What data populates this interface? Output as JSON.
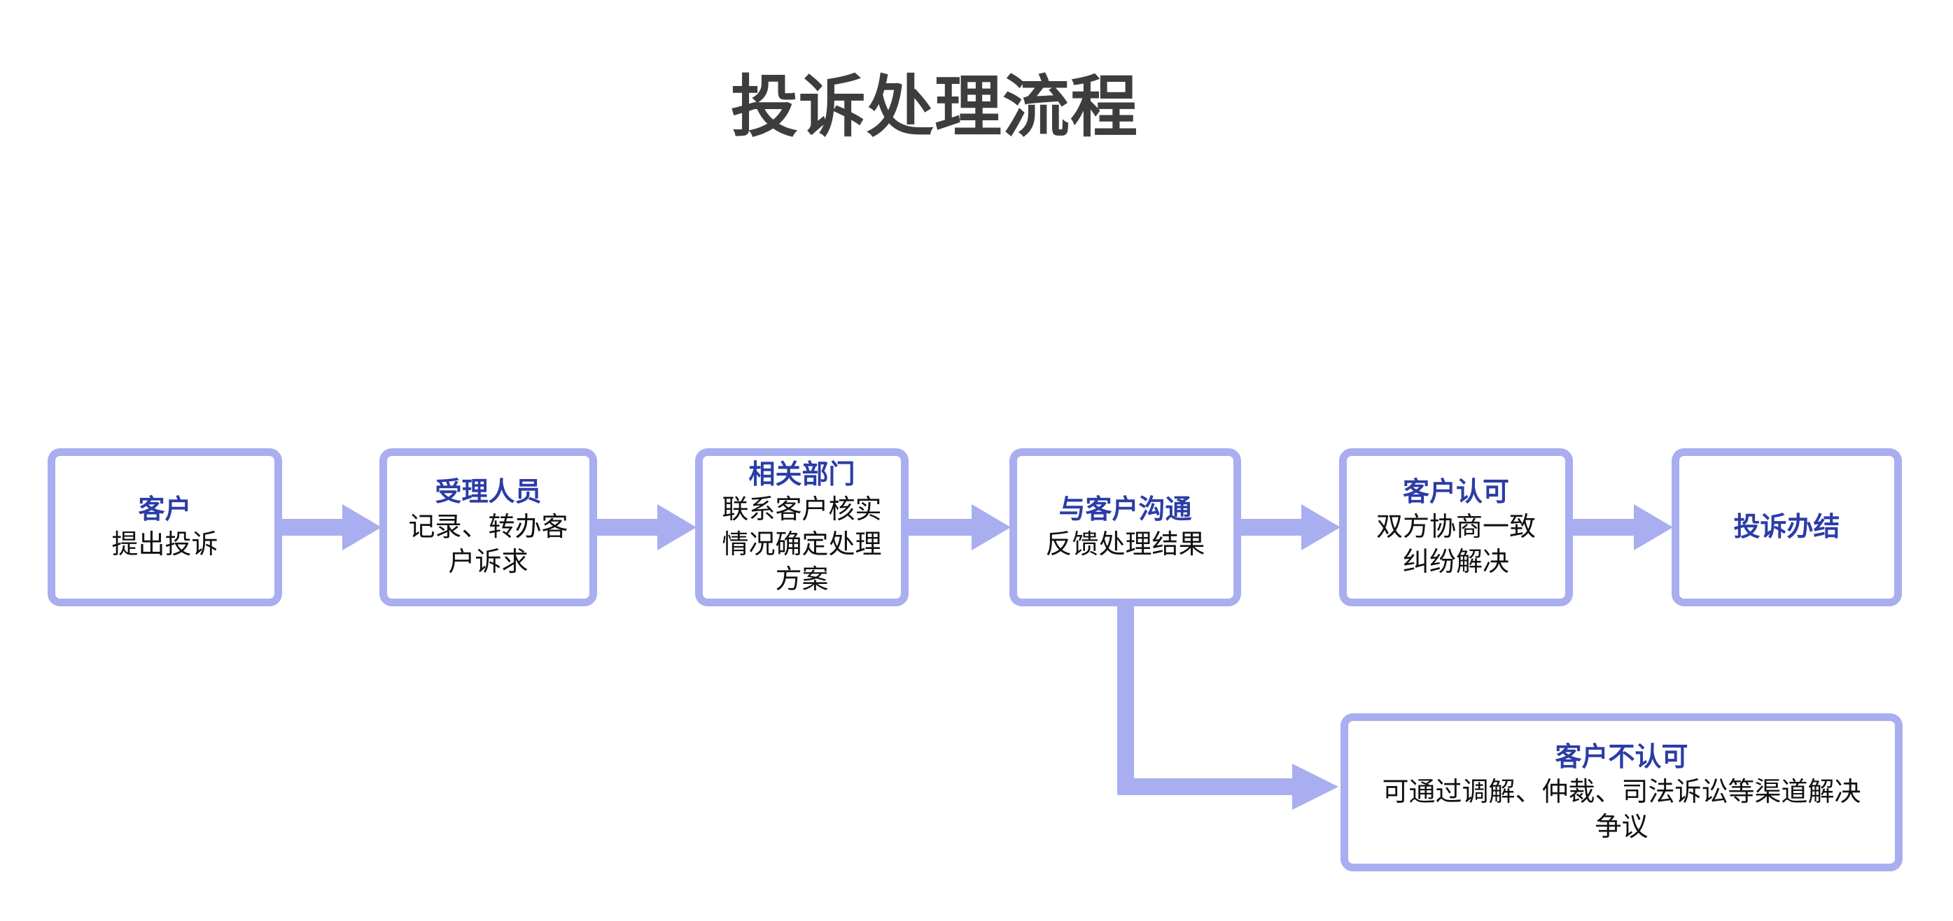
{
  "title": "投诉处理流程",
  "colors": {
    "accent": "#a8aeef",
    "heading": "#2b3ca6",
    "body": "#111111",
    "title": "#3d3d3d"
  },
  "nodes": [
    {
      "heading": "客户",
      "body_lines": [
        "提出投诉"
      ]
    },
    {
      "heading": "受理人员",
      "body_lines": [
        "记录、转办客",
        "户诉求"
      ]
    },
    {
      "heading": "相关部门",
      "body_lines": [
        "联系客户核实",
        "情况确定处理",
        "方案"
      ]
    },
    {
      "heading": "与客户沟通",
      "body_lines": [
        "反馈处理结果"
      ]
    },
    {
      "heading": "客户认可",
      "body_lines": [
        "双方协商一致",
        "纠纷解决"
      ]
    },
    {
      "heading": "投诉办结",
      "body_lines": []
    }
  ],
  "branch_node": {
    "heading": "客户不认可",
    "body_lines": [
      "可通过调解、仲裁、司法诉讼等渠道解决",
      "争议"
    ]
  }
}
